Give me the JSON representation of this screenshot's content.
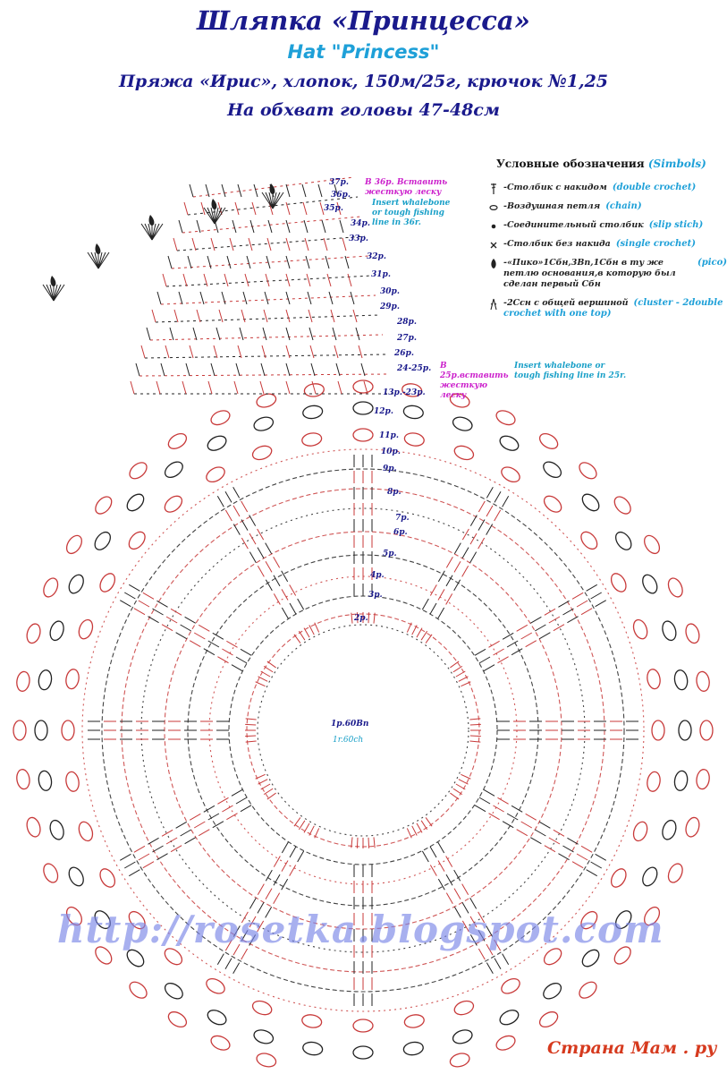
{
  "header": {
    "title_ru": "Шляпка «Принцесса»",
    "title_en": "Hat \"Princess\"",
    "yarn": "Пряжа «Ирис», хлопок, 150м/25г, крючок №1,25",
    "size": "На обхват головы 47-48см"
  },
  "legend": {
    "title_ru": "Условные обозначения",
    "title_en": "(Simbols)",
    "items": [
      {
        "symbol": "double-crochet-icon",
        "ru": "-Столбик с накидом",
        "en": "(double crochet)"
      },
      {
        "symbol": "chain-icon",
        "ru": "-Воздушная петля",
        "en": "(chain)"
      },
      {
        "symbol": "slip-stitch-icon",
        "ru": "-Соединительный столбик",
        "en": "(slip stich)"
      },
      {
        "symbol": "single-crochet-icon",
        "ru": "-Столбик без накида",
        "en": "(single crochet)"
      },
      {
        "symbol": "picot-icon",
        "ru": "-«Пико»1Сбн,3Вп,1Сбн в ту же петлю основания,в которую был сделан первый Сбн",
        "en": "(pico)"
      },
      {
        "symbol": "cluster-icon",
        "ru": "-2Ссн с общей вершиной",
        "en": "(cluster - 2double crochet with one top)"
      }
    ]
  },
  "notes": {
    "row36_ru": "В 36р. Вставить жесткую леску",
    "row36_en": "Insert whalebone or tough fishing line in 36r.",
    "row25_ru": "В 25р.вставить жесткую леску",
    "row25_en": "Insert whalebone or tough fishing line in 25r."
  },
  "row_labels": [
    "37р.",
    "36р.",
    "35р.",
    "34р.",
    "33р.",
    "32р.",
    "31р.",
    "30р.",
    "29р.",
    "28р.",
    "27р.",
    "26р.",
    "24-25р.",
    "13р.-23р.",
    "12р.",
    "11р.",
    "10р.",
    "9р.",
    "8р.",
    "7р.",
    "6р.",
    "5р.",
    "4р.",
    "3р.",
    "2р."
  ],
  "center": {
    "ru": "1р.60Вп",
    "en": "1r.60ch"
  },
  "watermark": "http://rosetka.blogspot.com",
  "stamp": "Страна Мам . ру",
  "colors": {
    "navy": "#1a1a8c",
    "cyan": "#1ea0d8",
    "red": "#c83a3a",
    "black": "#222222",
    "magenta": "#cc22cc"
  }
}
